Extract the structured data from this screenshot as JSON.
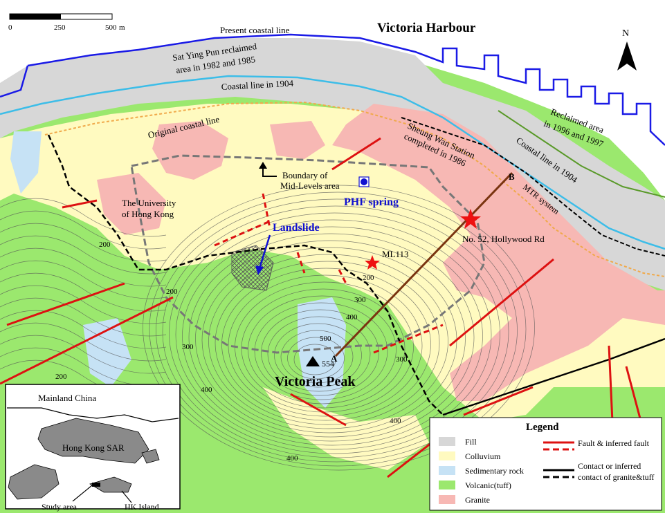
{
  "scale_bar": {
    "ticks": [
      "0",
      "250",
      "500"
    ],
    "unit": "m"
  },
  "north_label": "N",
  "labels": {
    "harbour": "Victoria Harbour",
    "present_coast": "Present coastal line",
    "sat_ying_pun_1": "Sat Ying Pun reclaimed",
    "sat_ying_pun_2": "area in 1982 and 1985",
    "coast_1904_left": "Coastal line in 1904",
    "original_coast": "Original coastal line",
    "sheung_wan_1": "Sheung Wan Station",
    "sheung_wan_2": "completed in 1986",
    "reclaimed_1": "Reclaimed area",
    "reclaimed_2": "in 1996 and 1997",
    "coast_1904_right": "Coastal line in 1904",
    "mtr": "MTR system",
    "boundary_1": "Boundary of",
    "boundary_2": "Mid-Levels area",
    "phf_spring": "PHF spring",
    "hku_1": "The University",
    "hku_2": "of Hong Kong",
    "landslide": "Landslide",
    "ml113": "ML113",
    "hollywood": "No. 52, Hollywood Rd",
    "point_a": "A",
    "point_b": "B",
    "peak_elev": "554",
    "victoria_peak": "Victoria Peak"
  },
  "contour_labels": [
    "200",
    "200",
    "300",
    "400",
    "200",
    "300",
    "400",
    "500",
    "300",
    "200",
    "400",
    "400"
  ],
  "inset": {
    "mainland": "Mainland China",
    "sar": "Hong Kong SAR",
    "study_area": "Study area",
    "hk_island": "HK Island"
  },
  "legend": {
    "title": "Legend",
    "units": [
      {
        "label": "Fill",
        "color": "#d7d7d7"
      },
      {
        "label": "Colluvium",
        "color": "#fffac0"
      },
      {
        "label": "Sedimentary rock",
        "color": "#c6e2f5"
      },
      {
        "label": "Volcanic(tuff)",
        "color": "#9be86e"
      },
      {
        "label": "Granite",
        "color": "#f7b8b4"
      }
    ],
    "fault": "Fault & inferred fault",
    "contact_1": "Contact or inferred",
    "contact_2": "contact of granite&tuff"
  },
  "colors": {
    "fill": "#d7d7d7",
    "colluvium": "#fffac0",
    "sedimentary": "#c6e2f5",
    "volcanic": "#9be86e",
    "granite": "#f7b8b4",
    "fault": "#dd1111",
    "reclaim_line": "#1a1ae6",
    "coast_1904": "#3cbde8",
    "original_coast": "#f0a94a",
    "section_line": "#7a3410",
    "boundary": "#777777"
  }
}
